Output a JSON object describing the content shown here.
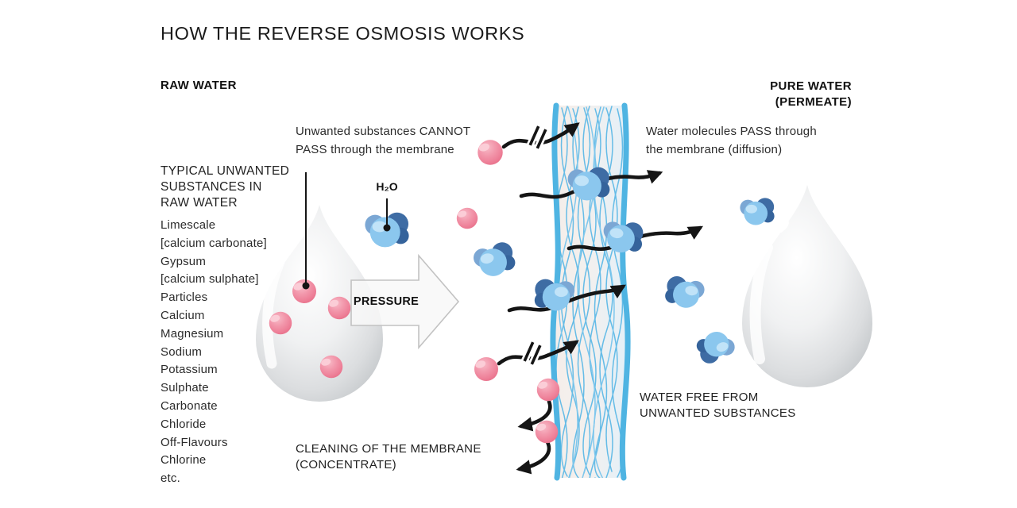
{
  "title": "HOW THE REVERSE OSMOSIS WORKS",
  "raw_side": {
    "label": "RAW WATER",
    "substances_heading": "TYPICAL UNWANTED\nSUBSTANCES IN\nRAW WATER",
    "substances": [
      "Limescale",
      "[calcium carbonate]",
      "Gypsum",
      "[calcium sulphate]",
      "Particles",
      "Calcium",
      "Magnesium",
      "Sodium",
      "Potassium",
      "Sulphate",
      "Carbonate",
      "Chloride",
      "Off-Flavours",
      "Chlorine",
      "etc."
    ],
    "cannot_pass_note": "Unwanted substances CANNOT\nPASS through the membrane",
    "h2o_label": "H₂O",
    "pressure_label": "PRESSURE",
    "cleaning_note": "CLEANING OF THE MEMBRANE\n(CONCENTRATE)"
  },
  "pure_side": {
    "label": "PURE WATER\n(PERMEATE)",
    "pass_note": "Water molecules PASS through\nthe membrane (diffusion)",
    "water_free_note": "WATER FREE FROM\nUNWANTED SUBSTANCES"
  },
  "legend_colors": {
    "unwanted_particle_pink": "#ee8199",
    "water_molecule_light_blue": "#8bc7ee",
    "water_molecule_dark_blue": "#3d6da6",
    "membrane_blue": "#4fb4e2",
    "arrow_black": "#151515",
    "droplet_grey": "#c6c9cc"
  }
}
